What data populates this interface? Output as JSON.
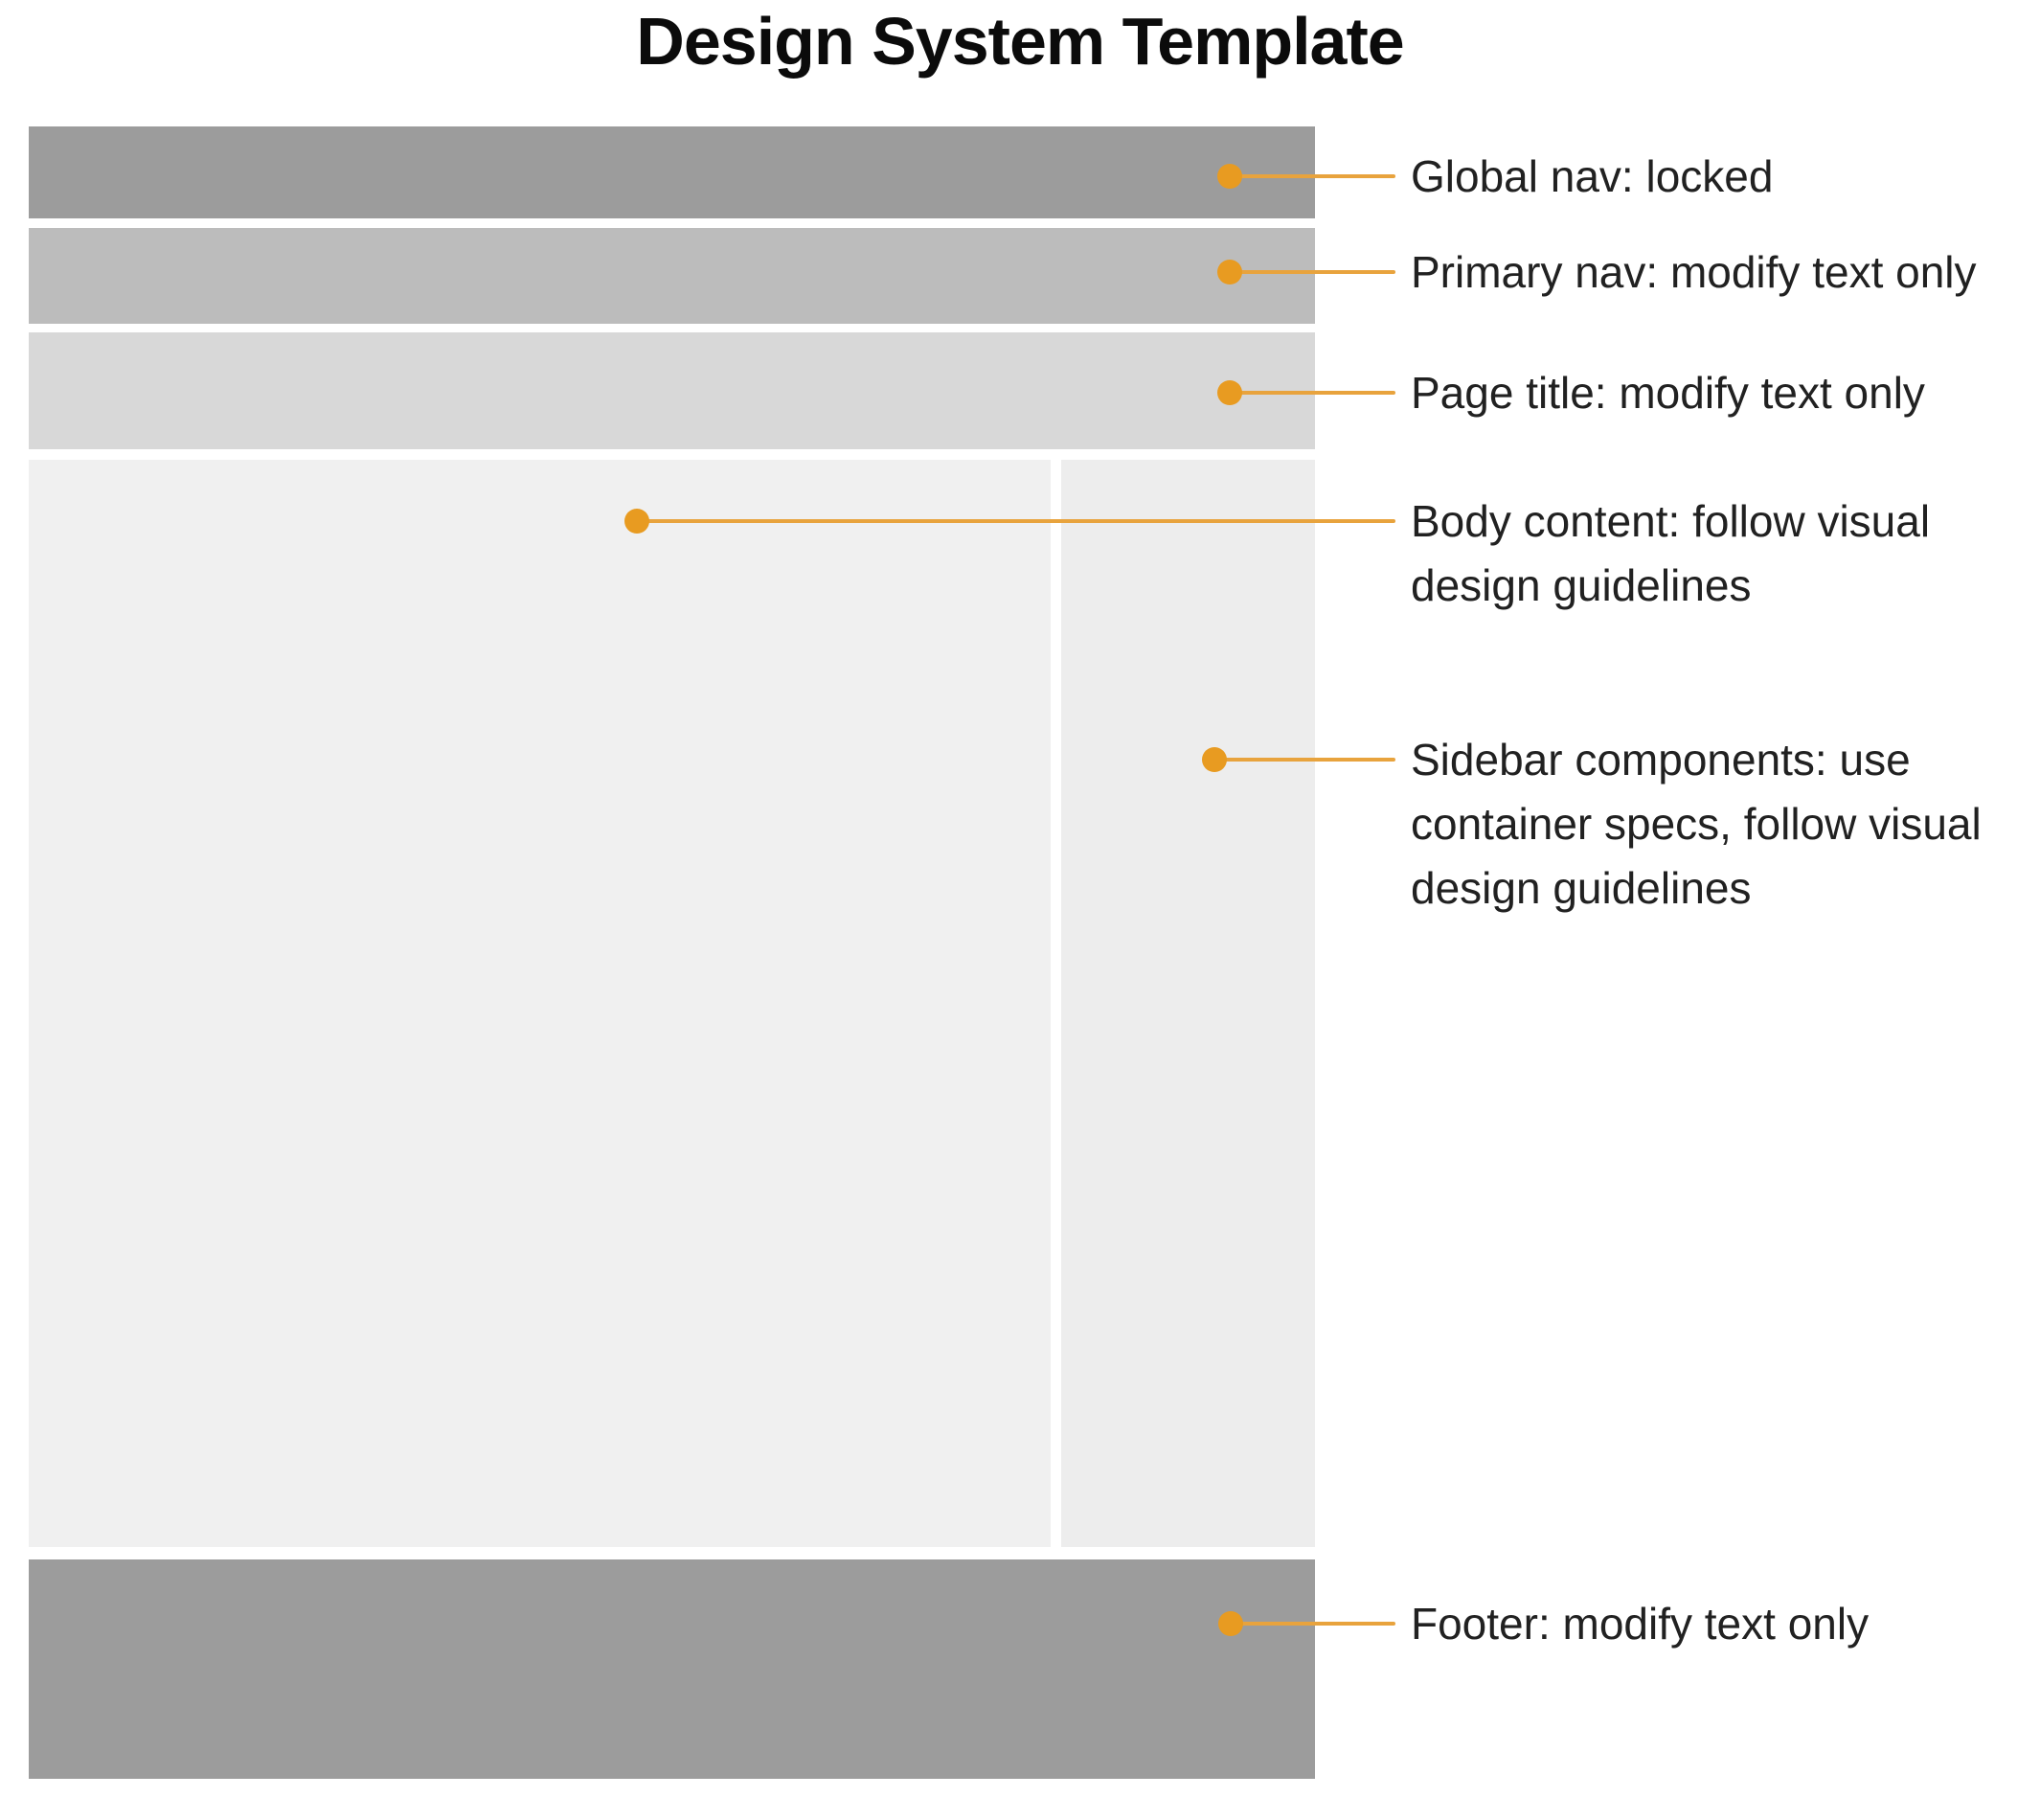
{
  "title": "Design System Template",
  "colors": {
    "global_nav_bar": "#9C9C9C",
    "primary_nav_bar": "#BCBCBC",
    "page_title_bar": "#D8D8D8",
    "body_region": "#F0F0F0",
    "sidebar_region": "#EDEDED",
    "footer_bar": "#9C9C9C",
    "callout_line": "#E8A33D",
    "callout_dot": "#E89B21",
    "annotation_text": "#212121"
  },
  "annotations": {
    "global_nav": {
      "lines": [
        "Global nav: locked"
      ]
    },
    "primary_nav": {
      "lines": [
        "Primary nav: modify text only"
      ]
    },
    "page_title": {
      "lines": [
        "Page title: modify text only"
      ]
    },
    "body": {
      "lines": [
        "Body content: follow visual",
        "design guidelines"
      ]
    },
    "sidebar": {
      "lines": [
        "Sidebar components: use",
        "container specs, follow visual",
        "design guidelines"
      ]
    },
    "footer": {
      "lines": [
        "Footer: modify text only"
      ]
    }
  }
}
